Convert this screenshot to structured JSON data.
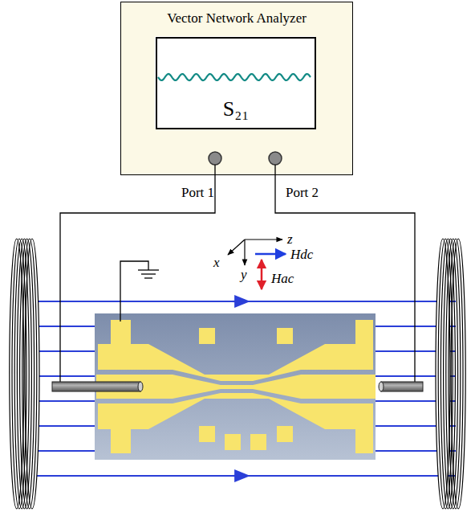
{
  "diagram": {
    "nodes": [
      {
        "text": [
          "Vector Network Analyzer"
        ]
      },
      {
        "text": [
          "S₂₁"
        ],
        "in": 0
      }
    ],
    "labels": [
      "Port 1",
      "Port 2",
      "z",
      "x",
      "y",
      "Hdc",
      "Hac"
    ]
  }
}
